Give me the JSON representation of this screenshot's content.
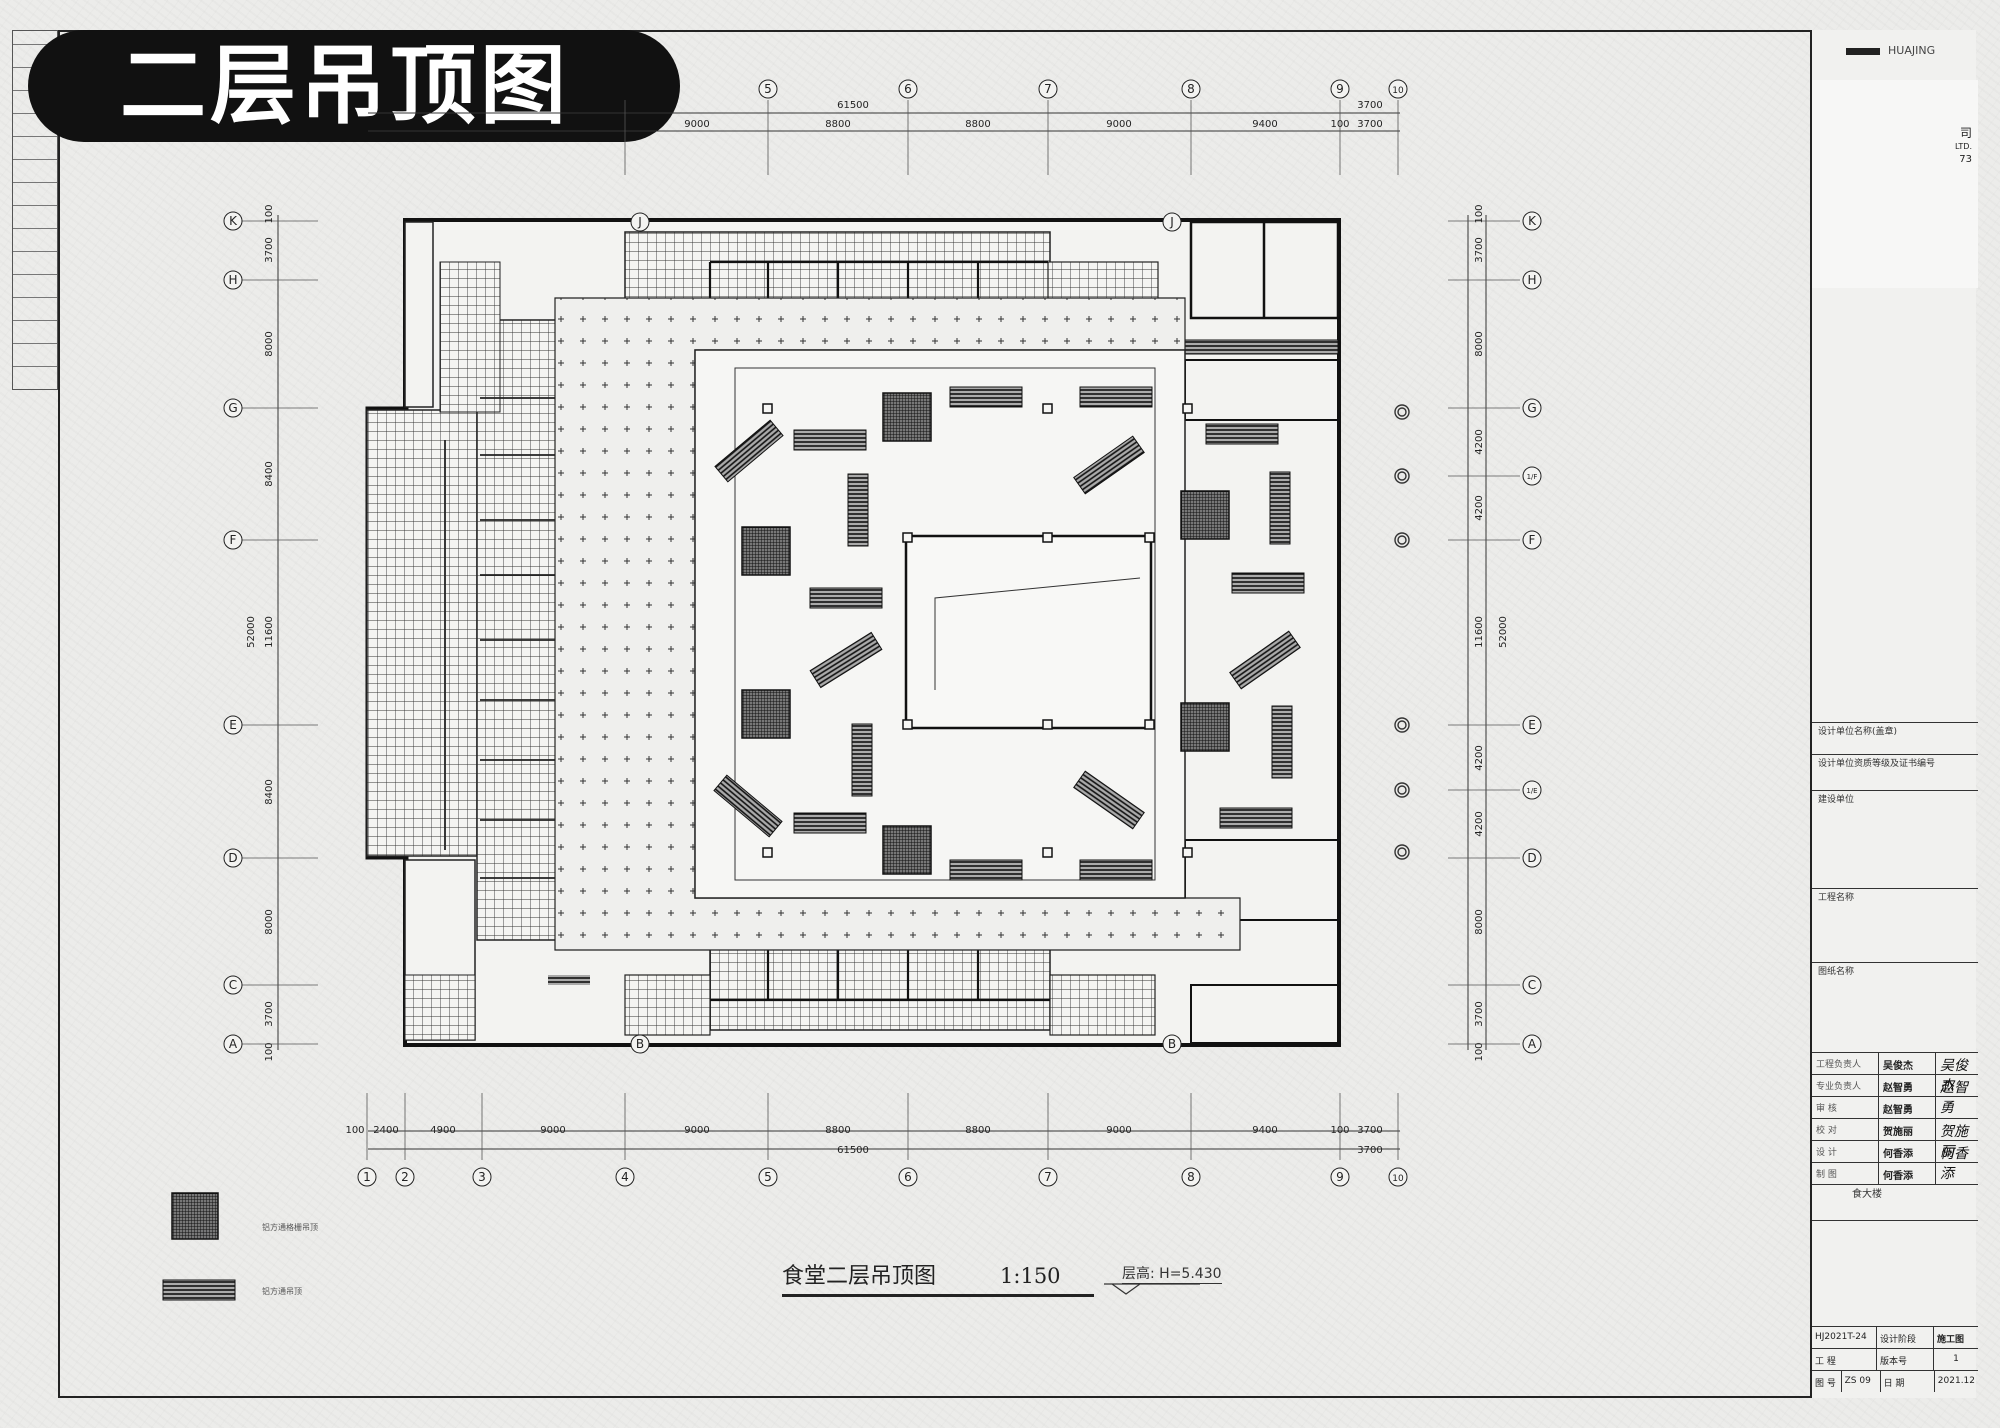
{
  "badge": {
    "title": "二层吊顶图"
  },
  "drawing": {
    "title": "食堂二层吊顶图",
    "scale": "1:150",
    "level_note": "层高: H=5.430"
  },
  "grid": {
    "columns": [
      "1",
      "2",
      "3",
      "4",
      "5",
      "6",
      "7",
      "8",
      "9",
      "10"
    ],
    "rows_left": [
      "A",
      "C",
      "D",
      "E",
      "F",
      "G",
      "H",
      "K"
    ],
    "rows_right": [
      "A",
      "C",
      "D",
      "1/E",
      "E",
      "F",
      "1/F",
      "G",
      "H",
      "K"
    ],
    "interior_labels": [
      "B",
      "J",
      "B",
      "J"
    ]
  },
  "dimensions": {
    "top_total": "61500",
    "top_extra": "3700",
    "top_segments": [
      "9000",
      "8800",
      "8800",
      "9000",
      "9400",
      "100",
      "3700"
    ],
    "bottom_segments": [
      "100",
      "2400",
      "4900",
      "9000",
      "9000",
      "8800",
      "8800",
      "9000",
      "9400",
      "100",
      "3700"
    ],
    "bottom_total": "61500",
    "bottom_extra": "3700",
    "left_segments": [
      "100",
      "3700",
      "8000",
      "8400",
      "11600",
      "8400",
      "8000",
      "3700",
      "100"
    ],
    "left_total": "52000",
    "right_segments": [
      "100",
      "3700",
      "8000",
      "4200",
      "4200",
      "11600",
      "4200",
      "4200",
      "8000",
      "3700",
      "100"
    ],
    "right_total": "52000"
  },
  "legend": {
    "item1": "铝方通格栅吊顶",
    "item2": "铝方通吊顶"
  },
  "title_block": {
    "company_top": "HUAJING",
    "company_sub_right": "司",
    "company_ltd": "LTD.",
    "company_num": "73",
    "section1": "设计单位名称(盖章)",
    "section2": "设计单位资质等级及证书编号",
    "section3": "建设单位",
    "section4": "工程名称",
    "section5": "图纸名称",
    "roles": [
      {
        "role": "工程负责人",
        "name": "吴俊杰",
        "sign": "吴俊杰"
      },
      {
        "role": "专业负责人",
        "name": "赵智勇",
        "sign": "赵智勇"
      },
      {
        "role": "审 核",
        "name": "赵智勇",
        "sign": ""
      },
      {
        "role": "校 对",
        "name": "贺施丽",
        "sign": "贺施丽"
      },
      {
        "role": "设 计",
        "name": "何香添",
        "sign": "何香添"
      },
      {
        "role": "制 图",
        "name": "何香添",
        "sign": ""
      }
    ],
    "project_short": "食大楼",
    "bottom1": {
      "a": "HJ2021T-24",
      "b": "设计阶段",
      "c": "施工图"
    },
    "bottom2": {
      "a": "工 程",
      "b": "版本号",
      "c": "1"
    },
    "bottom3": {
      "a": "图 号",
      "b": "ZS 09",
      "c": "日 期",
      "d": "2021.12"
    }
  }
}
